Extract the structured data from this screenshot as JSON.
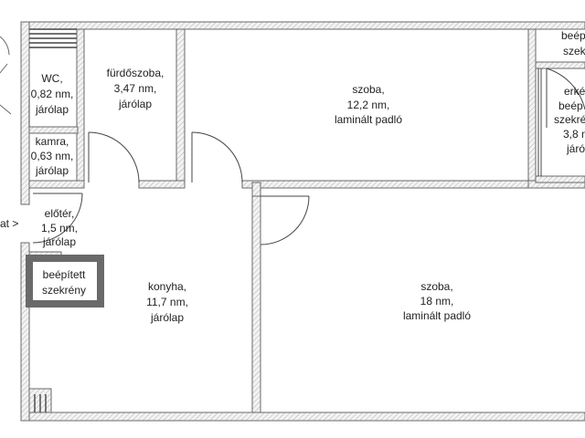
{
  "colors": {
    "wall_fill": "#f3f3f3",
    "wall_stroke": "#6a6a6a",
    "wall_hatch": "#a8a8a8",
    "door_line": "#444444",
    "text": "#222222"
  },
  "rooms": {
    "wc": {
      "l1": "WC,",
      "l2": "0,82 nm,",
      "l3": "járólap"
    },
    "kamra": {
      "l1": "kamra,",
      "l2": "0,63 nm,",
      "l3": "járólap"
    },
    "furdo": {
      "l1": "fürdőszoba,",
      "l2": "3,47 nm,",
      "l3": "járólap"
    },
    "szoba1": {
      "l1": "szoba,",
      "l2": "12,2 nm,",
      "l3": "laminált padló"
    },
    "elotet": {
      "l1": "előtér,",
      "l2": "1,5 nm,",
      "l3": "járólap"
    },
    "beepitett": {
      "l1": "beépített",
      "l2": "szekrény"
    },
    "konyha": {
      "l1": "konyha,",
      "l2": "11,7 nm,",
      "l3": "járólap"
    },
    "szoba2": {
      "l1": "szoba,",
      "l2": "18 nm,",
      "l3": "laminált padló"
    },
    "erkely": {
      "l1": "erké",
      "l2": "beép",
      "l3": "szekré",
      "l4": "3,8 n",
      "l5": "járó"
    },
    "right_cabinet": {
      "l1": "beép",
      "l2": "szek"
    }
  },
  "entrance_label": "at >"
}
